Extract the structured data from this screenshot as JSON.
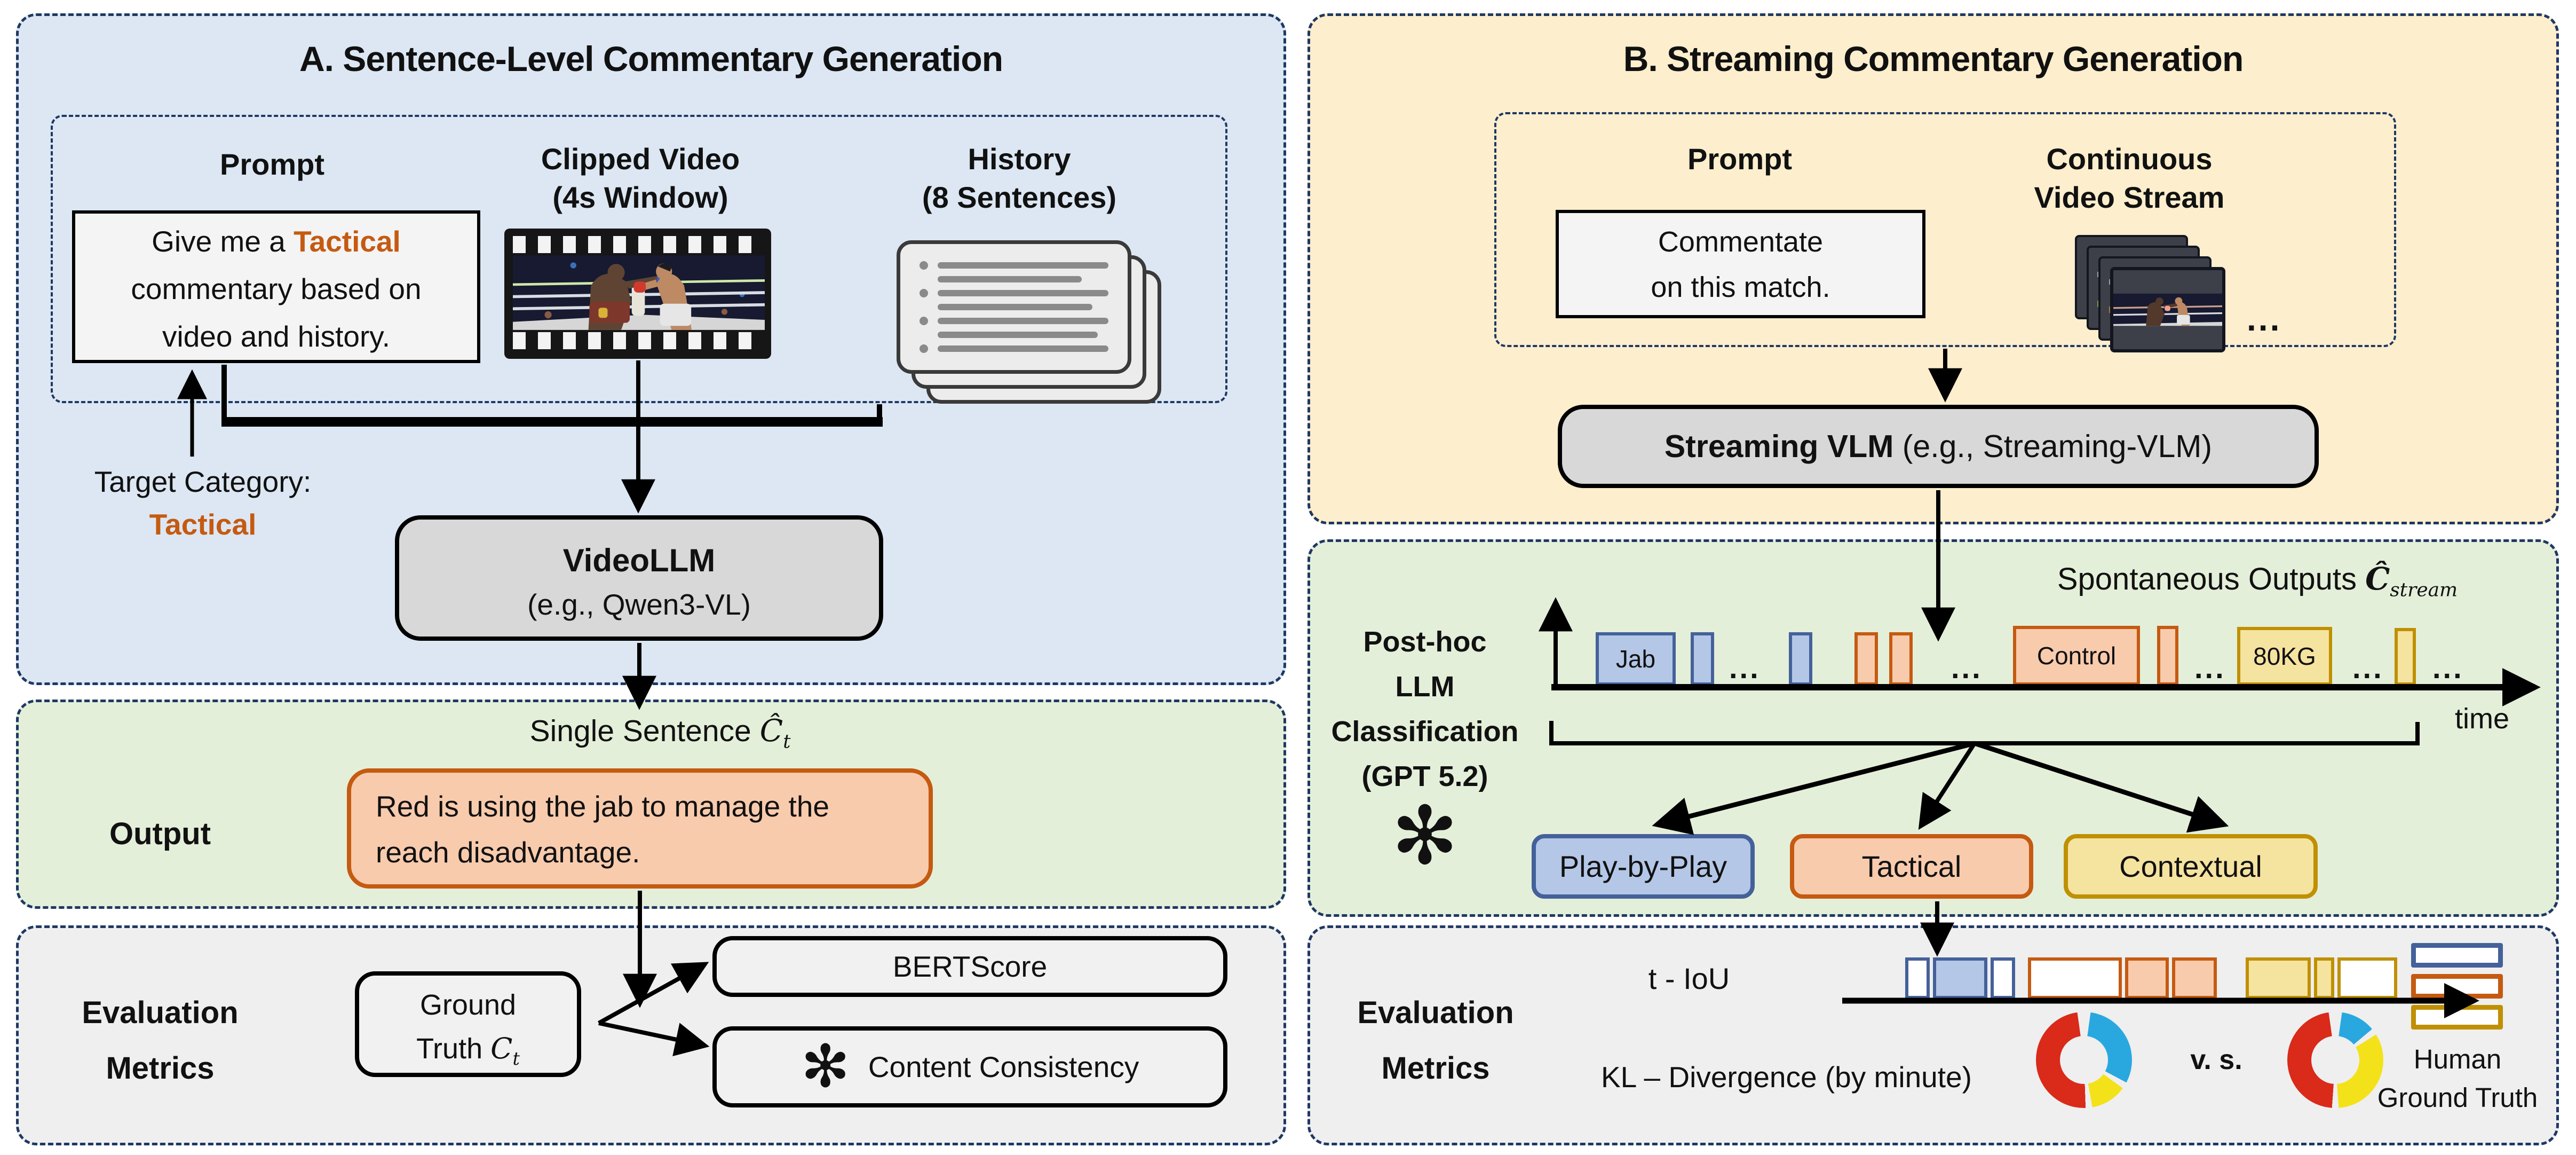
{
  "colors": {
    "panel-a-bg": "#dce7f3",
    "panel-b-bg": "#fdeecd",
    "green-bg": "#e4efda",
    "gray-bg": "#efefef",
    "dash": "#1f3864",
    "accent-orange": "#c55a11",
    "orange-fill": "#f8cbad",
    "blue-fill": "#b4c7e7",
    "blue-border": "#44619a",
    "yellow-fill": "#f5e3a0",
    "yellow-border": "#bf9000",
    "model-gray": "#d8d8d8",
    "box-bg": "#f4f4f4",
    "donut-red": "#d92a1a",
    "donut-blue": "#29a8e0",
    "donut-yellow": "#f3e219"
  },
  "panel_a": {
    "title": "A. Sentence-Level Commentary Generation",
    "prompt": {
      "label": "Prompt",
      "line1_pre": "Give me a ",
      "highlight": "Tactical",
      "line2": "commentary based on",
      "line3": "video and history."
    },
    "clipped_video": {
      "label1": "Clipped Video",
      "label2": "(4s Window)"
    },
    "history": {
      "label1": "History",
      "label2": "(8 Sentences)"
    },
    "target_category": {
      "label": "Target Category:",
      "value": "Tactical"
    },
    "model": {
      "name": "VideoLLM",
      "example": "(e.g., Qwen3-VL)"
    },
    "output": {
      "heading_text": "Single Sentence ",
      "heading_math": "Ĉ",
      "heading_sub": "t",
      "label": "Output",
      "line1": "Red is using the jab to manage the",
      "line2": "reach disadvantage."
    },
    "eval": {
      "label1": "Evaluation",
      "label2": "Metrics",
      "ground1": "Ground",
      "ground2": "Truth ",
      "ground_math": "C",
      "ground_sub": "t",
      "metric_bert": "BERTScore",
      "metric_cc": "Content Consistency"
    }
  },
  "panel_b": {
    "title": "B. Streaming Commentary Generation",
    "prompt": {
      "label": "Prompt",
      "line1": "Commentate",
      "line2": "on this match."
    },
    "stream": {
      "label1": "Continuous",
      "label2": "Video Stream",
      "ellipsis": "..."
    },
    "model": {
      "name": "Streaming VLM ",
      "example": "(e.g., Streaming-VLM)"
    },
    "outputs": {
      "heading_text": "Spontaneous Outputs ",
      "heading_math": "Ĉ",
      "heading_sub": "stream",
      "time": "time",
      "ellipsis": "...",
      "bars": [
        {
          "label": "Jab"
        },
        {
          "label": "Control"
        },
        {
          "label": "80KG"
        }
      ]
    },
    "classifier": {
      "line1": "Post-hoc",
      "line2": "LLM",
      "line3": "Classification",
      "line4": "(GPT 5.2)"
    },
    "categories": [
      {
        "label": "Play-by-Play"
      },
      {
        "label": "Tactical"
      },
      {
        "label": "Contextual"
      }
    ],
    "eval": {
      "label1": "Evaluation",
      "label2": "Metrics",
      "tiou": "t - IoU",
      "kl": "KL – Divergence (by minute)",
      "vs": "v. s.",
      "human1": "Human",
      "human2": "Ground Truth"
    }
  }
}
